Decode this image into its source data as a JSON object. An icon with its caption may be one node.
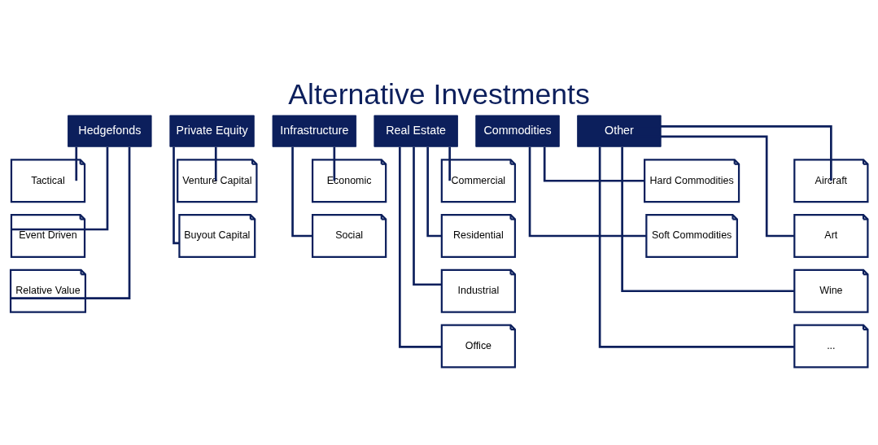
{
  "diagram": {
    "title": "Alternative Investments",
    "nodes": [
      {
        "text": [
          "Hedgefonds"
        ]
      },
      {
        "text": [
          "Tactical"
        ]
      },
      {
        "text": [
          "Event Driven"
        ]
      },
      {
        "text": [
          "Relative Value"
        ]
      },
      {
        "text": [
          "Private Equity"
        ]
      },
      {
        "text": [
          "Venture Capital"
        ]
      },
      {
        "text": [
          "Buyout Capital"
        ]
      },
      {
        "text": [
          "Infrastructure"
        ]
      },
      {
        "text": [
          "Economic"
        ]
      },
      {
        "text": [
          "Social"
        ]
      },
      {
        "text": [
          "Real Estate"
        ]
      },
      {
        "text": [
          "Commercial"
        ]
      },
      {
        "text": [
          "Residential"
        ]
      },
      {
        "text": [
          "Industrial"
        ]
      },
      {
        "text": [
          "Office"
        ]
      },
      {
        "text": [
          "Commodities"
        ]
      },
      {
        "text": [
          "Hard Commodities"
        ]
      },
      {
        "text": [
          "Soft Commodities"
        ]
      },
      {
        "text": [
          "Other"
        ]
      },
      {
        "text": [
          "Aircraft"
        ]
      },
      {
        "text": [
          "Art"
        ]
      },
      {
        "text": [
          "Wine"
        ]
      },
      {
        "text": [
          "..."
        ]
      }
    ],
    "edges": [
      {
        "from": 0,
        "to": 1,
        "arrow": "none"
      },
      {
        "from": 0,
        "to": 2,
        "arrow": "none"
      },
      {
        "from": 0,
        "to": 3,
        "arrow": "none"
      },
      {
        "from": 4,
        "to": 5,
        "arrow": "none"
      },
      {
        "from": 4,
        "to": 6,
        "arrow": "none"
      },
      {
        "from": 7,
        "to": 8,
        "arrow": "none"
      },
      {
        "from": 7,
        "to": 9,
        "arrow": "none"
      },
      {
        "from": 10,
        "to": 11,
        "arrow": "none"
      },
      {
        "from": 10,
        "to": 12,
        "arrow": "none"
      },
      {
        "from": 10,
        "to": 13,
        "arrow": "none"
      },
      {
        "from": 10,
        "to": 14,
        "arrow": "none"
      },
      {
        "from": 15,
        "to": 16,
        "arrow": "none"
      },
      {
        "from": 15,
        "to": 17,
        "arrow": "none"
      },
      {
        "from": 18,
        "to": 19,
        "arrow": "none"
      },
      {
        "from": 18,
        "to": 20,
        "arrow": "none"
      },
      {
        "from": 18,
        "to": 21,
        "arrow": "none"
      },
      {
        "from": 18,
        "to": 22,
        "arrow": "none"
      }
    ]
  }
}
